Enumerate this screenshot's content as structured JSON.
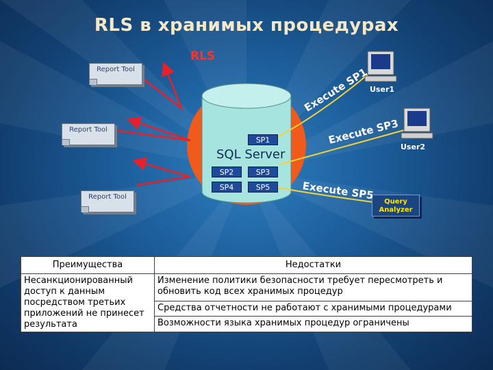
{
  "title": "RLS в хранимых процедурах",
  "rls_label": "RLS",
  "report_tool": "Report Tool",
  "sql_server": "SQL Server",
  "procedures": [
    "SP1",
    "SP2",
    "SP3",
    "SP4",
    "SP5"
  ],
  "users": [
    {
      "label": "User1"
    },
    {
      "label": "User2"
    }
  ],
  "query_analyzer": "Query Analyzer",
  "executes": [
    "Execute SP1",
    "Execute SP3",
    "Execute SP5"
  ],
  "table": {
    "headers": [
      "Преимущества",
      "Недостатки"
    ],
    "advantage": "Несанкционированный доступ к данным посредством третьих приложений не принесет результата",
    "disadvantages": [
      "Изменение политики безопасности требует пересмотреть и обновить код всех хранимых процедур",
      "Средства отчетности не работают с хранимыми процедурами",
      "Возможности языка хранимых процедур ограничены"
    ]
  },
  "colors": {
    "arrow": "#e8202a",
    "cylinder": "#a6e4e0",
    "circle": "#f05a1a",
    "sp_box": "#1f4a9a"
  }
}
